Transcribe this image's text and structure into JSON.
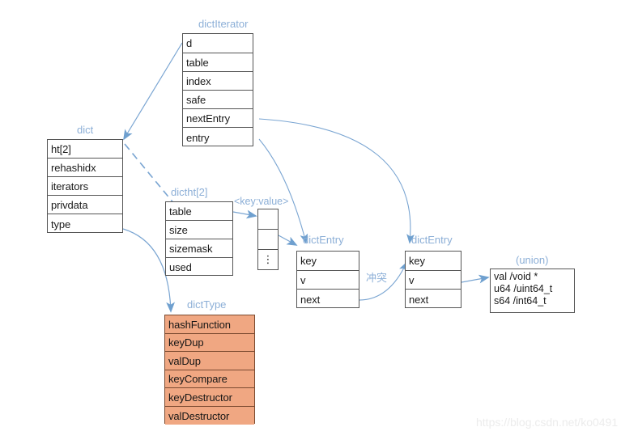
{
  "diagram": {
    "title_color": "#8cafd7",
    "edge_color": "#7aa5d2",
    "orange_fill": "#f0a782",
    "watermark": "https://blog.csdn.net/ko0491"
  },
  "structs": {
    "dict_iterator": {
      "title": "dictIterator",
      "fields": [
        "d",
        "table",
        "index",
        "safe",
        "nextEntry",
        "entry"
      ]
    },
    "dict": {
      "title": "dict",
      "fields": [
        "ht[2]",
        "rehashidx",
        "iterators",
        "privdata",
        "type"
      ]
    },
    "dictht": {
      "title": "dictht[2]",
      "fields": [
        "table",
        "size",
        "sizemask",
        "used"
      ]
    },
    "bucket": {
      "title": "<key:value>",
      "cells": [
        "",
        "",
        "⋮"
      ]
    },
    "dict_entry_1": {
      "title": "dictEntry",
      "fields": [
        "key",
        "v",
        "next"
      ]
    },
    "dict_entry_2": {
      "title": "dictEntry",
      "fields": [
        "key",
        "v",
        "next"
      ]
    },
    "union": {
      "title": "(union)",
      "lines": [
        "val /void *",
        "u64 /uint64_t",
        "s64 /int64_t"
      ]
    },
    "dict_type": {
      "title": "dictType",
      "fields": [
        "hashFunction",
        "keyDup",
        "valDup",
        "keyCompare",
        "keyDestructor",
        "valDestructor"
      ]
    }
  },
  "edge_labels": {
    "collision": "冲突"
  }
}
